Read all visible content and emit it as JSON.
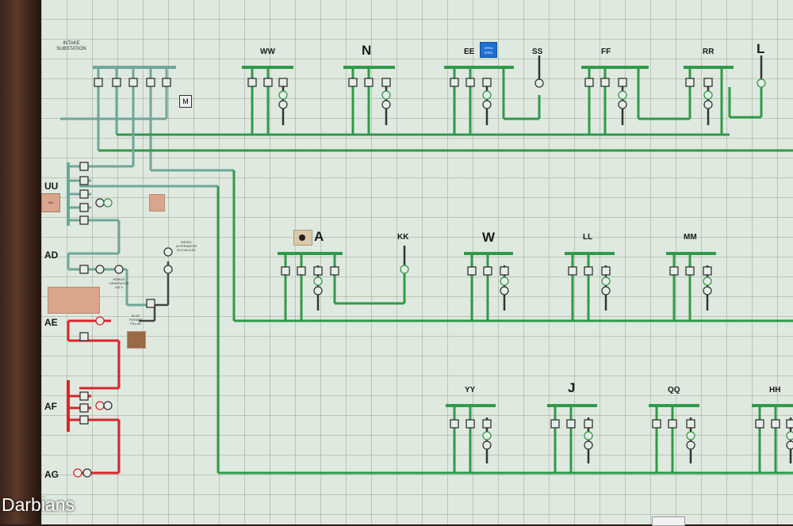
{
  "watermark": "Darbians",
  "intake": {
    "line1": "INTAKE",
    "line2": "SUBSTATION"
  },
  "status_badge": {
    "line1": "OPEN",
    "line2": "FEED"
  },
  "top_row": [
    "WW",
    "N",
    "EE",
    "SS",
    "FF",
    "RR",
    "L"
  ],
  "mid_row": [
    "A",
    "KK",
    "W",
    "LL",
    "MM"
  ],
  "bottom_row": [
    "YY",
    "J",
    "QQ",
    "HH"
  ],
  "left_column": [
    "UU",
    "AD",
    "AE",
    "AF",
    "AG"
  ],
  "small_notes": {
    "diesel": "DIESEL ALTERNATOR 50 KVA 415V",
    "transformer_note": "MOBILE GENERATOR 415 V",
    "feeder_pillar": "IN HZ FEEDER PILLAR",
    "uu_tag": "UU"
  },
  "colors": {
    "green": "#2f9a4a",
    "teal": "#6fa79a",
    "red": "#d8262a",
    "dark": "#333333",
    "badge": "#1e6fd0"
  }
}
